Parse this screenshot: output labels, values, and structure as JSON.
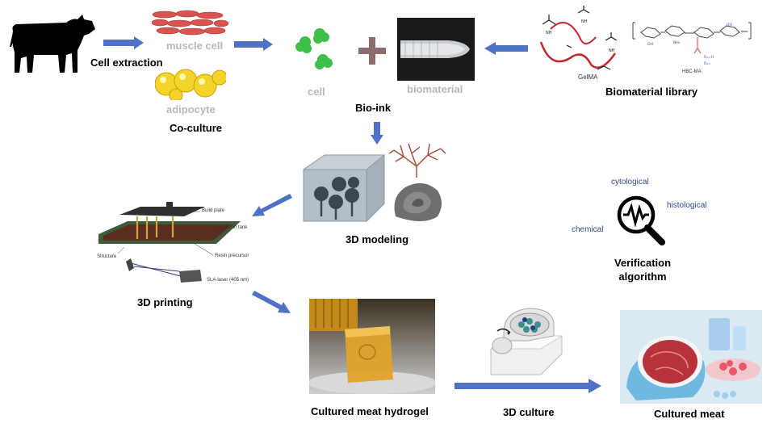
{
  "labels": {
    "cell_extraction": "Cell extraction",
    "muscle_cell": "muscle cell",
    "adipocyte": "adipocyte",
    "co_culture": "Co-culture",
    "cell": "cell",
    "biomaterial": "biomaterial",
    "bio_ink": "Bio-ink",
    "gelma": "GelMA",
    "hbc_ma": "HBC-MA",
    "biomaterial_library": "Biomaterial library",
    "modeling_3d": "3D modeling",
    "printing_3d": "3D printing",
    "verification_algorithm": "Verification algorithm",
    "cytological": "cytological",
    "histological": "histological",
    "chemical": "chemical",
    "cultured_meat_hydrogel": "Cultured meat hydrogel",
    "culture_3d": "3D culture",
    "cultured_meat": "Cultured meat"
  },
  "printer_parts": {
    "build_plate": "Build plate",
    "resin_tank": "Resin tank",
    "structure": "Structure",
    "resin_precursor": "Resin precursor",
    "sla_laser": "SLA-laser (405 nm)"
  },
  "colors": {
    "arrow": "#4f72c6",
    "muted_label": "#b8b8b8",
    "annotation": "#2f4a8a",
    "cell_green": "#3fbf4a",
    "plus": "#8b6d6d"
  }
}
